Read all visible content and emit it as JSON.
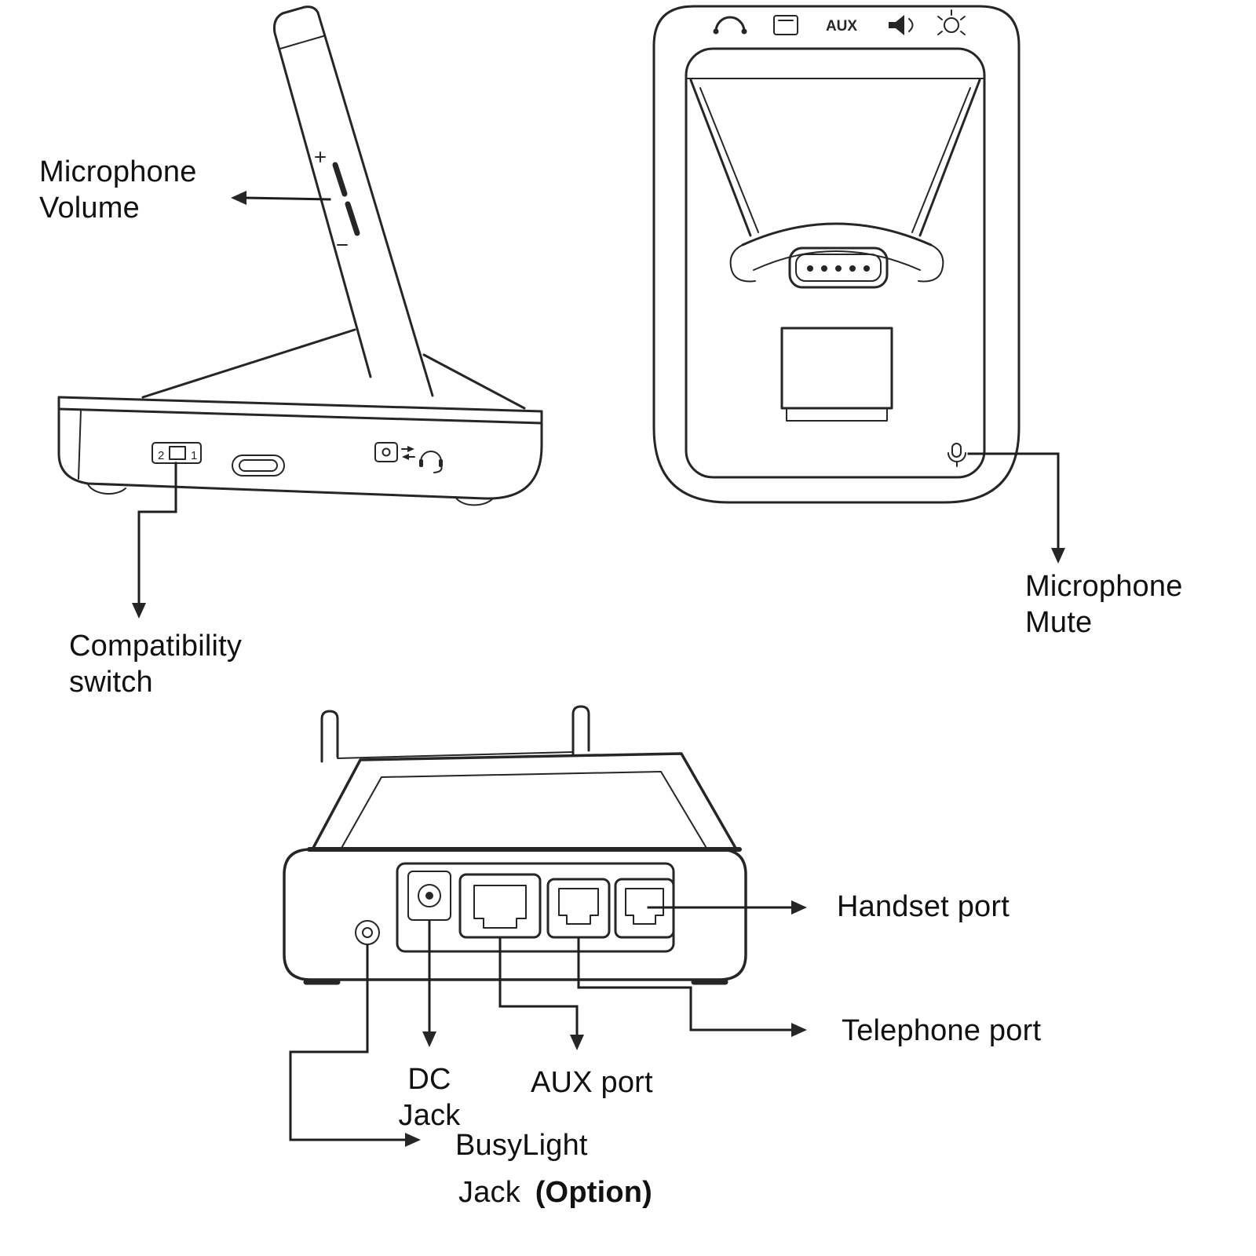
{
  "colors": {
    "background": "#ffffff",
    "line": "#262626",
    "text": "#111111"
  },
  "labels": {
    "microphone_volume": {
      "line1": "Microphone",
      "line2": "Volume"
    },
    "compatibility_switch": {
      "line1": "Compatibility",
      "line2": "switch"
    },
    "microphone_mute": {
      "line1": "Microphone",
      "line2": "Mute"
    },
    "handset_port": "Handset port",
    "telephone_port": "Telephone port",
    "aux_port": "AUX port",
    "dc_jack": {
      "line1": "DC",
      "line2": "Jack"
    },
    "busylight": {
      "line1": "BusyLight",
      "line2_text": "Jack",
      "line2_bold": "(Option)"
    }
  },
  "markings": {
    "switch_left": "2",
    "switch_right": "1",
    "aux_icon": "AUX"
  }
}
